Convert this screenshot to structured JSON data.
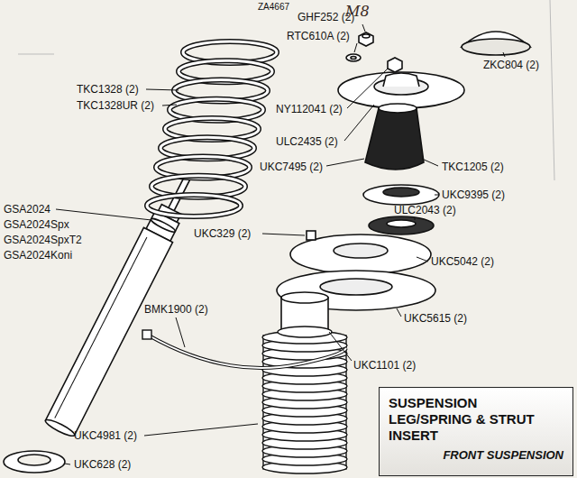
{
  "diagram": {
    "nodes": [
      {
        "text": [
          "SUSPENSION LEG/SPRING & STRUT INSERT",
          "FRONT SUSPENSION"
        ]
      }
    ],
    "labels": [
      "ZA4667",
      "M8",
      "GHF252 (2)",
      "RTC610A (2)",
      "ZKC804 (2)",
      "TKC1328 (2)",
      "TKC1328UR (2)",
      "NY112041 (2)",
      "ULC2435 (2)",
      "UKC7495 (2)",
      "TKC1205 (2)",
      "UKC9395 (2)",
      "ULC2043 (2)",
      "GSA2024",
      "GSA2024Spx",
      "GSA2024SpxT2",
      "GSA2024Koni",
      "UKC329 (2)",
      "UKC5042 (2)",
      "UKC5615 (2)",
      "BMK1900 (2)",
      "UKC1101 (2)",
      "UKC4981 (2)",
      "UKC628 (2)"
    ]
  }
}
